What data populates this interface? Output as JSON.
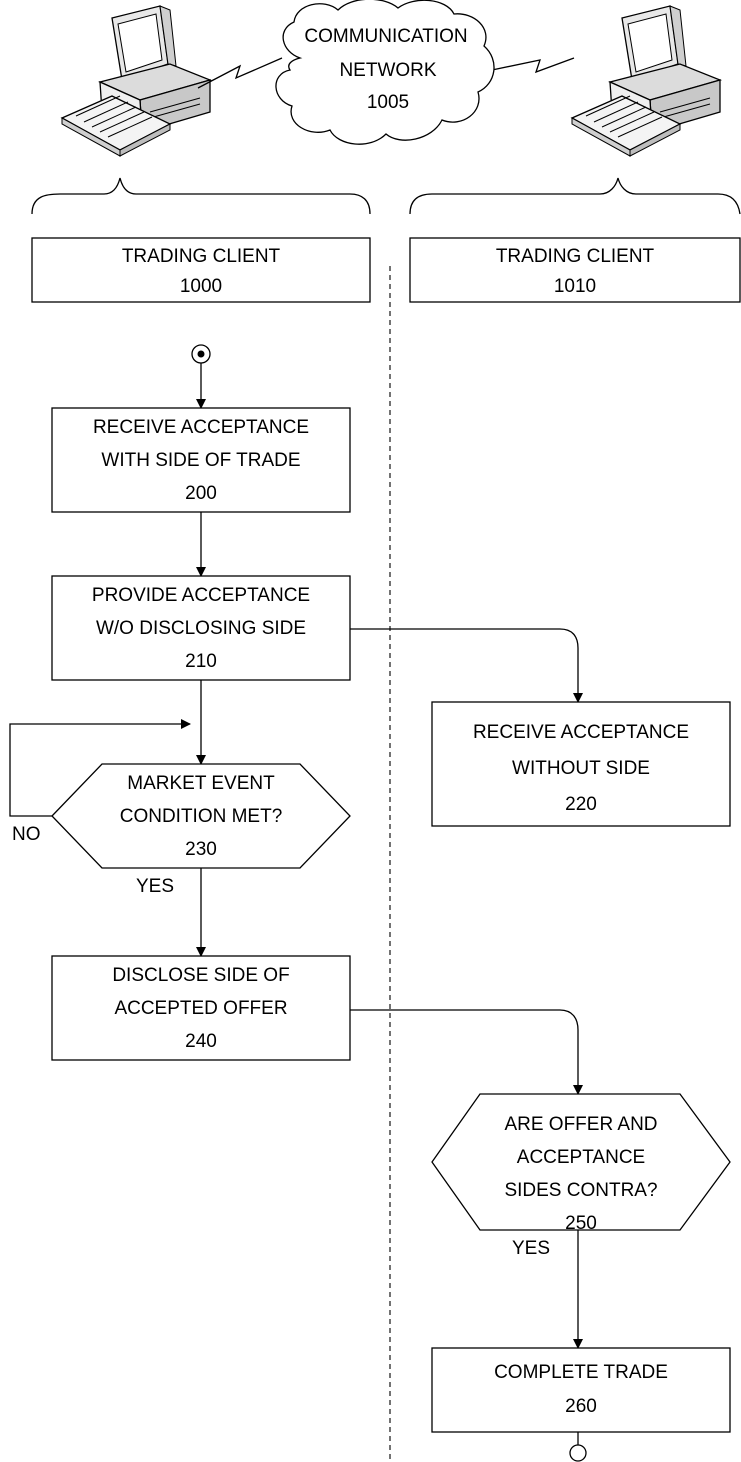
{
  "network": {
    "label_line1": "COMMUNICATION",
    "label_line2": "NETWORK",
    "label_number": "1005"
  },
  "lanes": {
    "left": {
      "title": "TRADING CLIENT",
      "number": "1000"
    },
    "right": {
      "title": "TRADING CLIENT",
      "number": "1010"
    }
  },
  "steps": {
    "s200": {
      "line1": "RECEIVE ACCEPTANCE",
      "line2": "WITH SIDE OF TRADE",
      "number": "200"
    },
    "s210": {
      "line1": "PROVIDE ACCEPTANCE",
      "line2": "W/O DISCLOSING SIDE",
      "number": "210"
    },
    "s220": {
      "line1": "RECEIVE ACCEPTANCE",
      "line2": "WITHOUT SIDE",
      "number": "220"
    },
    "s230": {
      "line1": "MARKET EVENT",
      "line2": "CONDITION MET?",
      "number": "230",
      "no_label": "NO",
      "yes_label": "YES"
    },
    "s240": {
      "line1": "DISCLOSE SIDE OF",
      "line2": "ACCEPTED OFFER",
      "number": "240"
    },
    "s250": {
      "line1": "ARE OFFER AND",
      "line2": "ACCEPTANCE",
      "line3": "SIDES CONTRA?",
      "number": "250",
      "yes_label": "YES"
    },
    "s260": {
      "line1": "COMPLETE TRADE",
      "number": "260"
    }
  }
}
